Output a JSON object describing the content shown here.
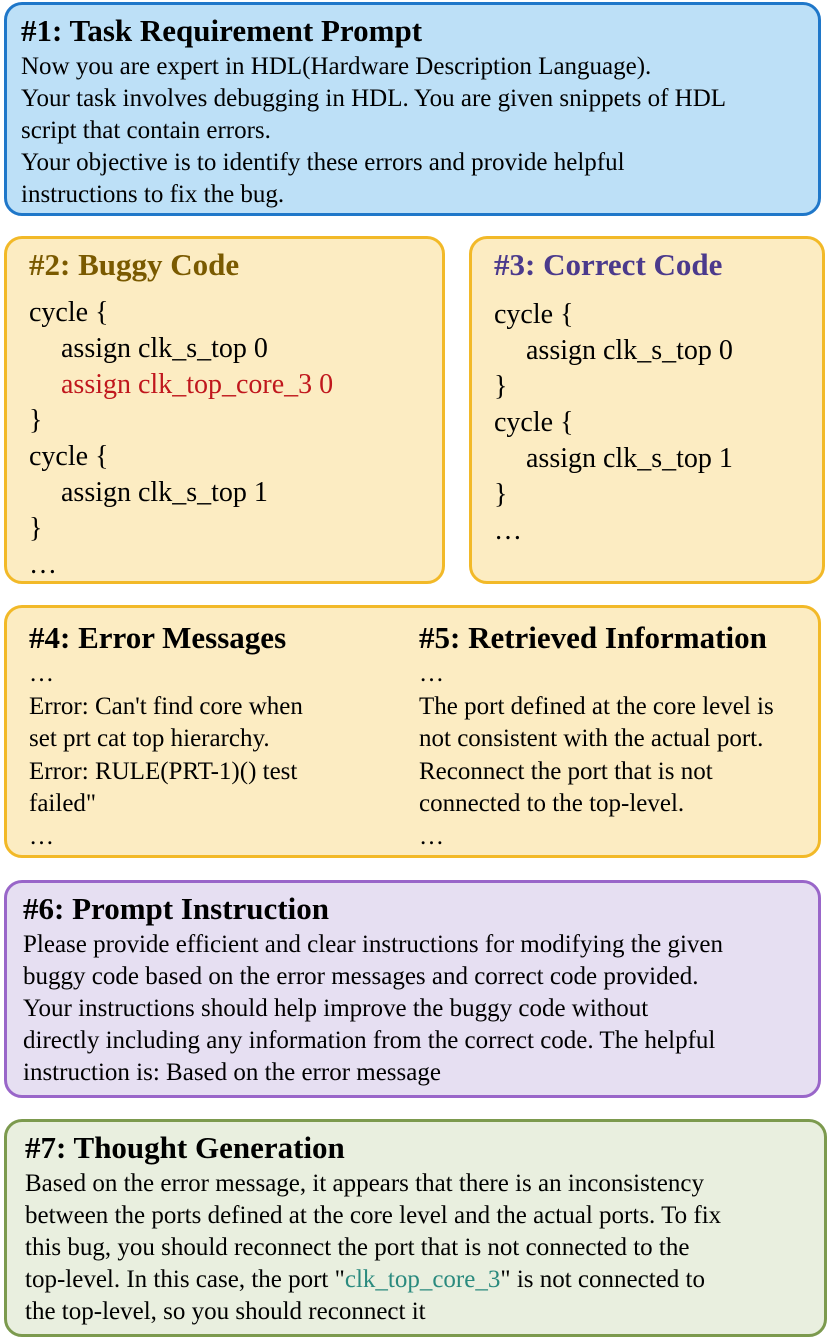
{
  "box1": {
    "title": "#1: Task Requirement Prompt",
    "lines": [
      "Now you are expert in HDL(Hardware Description Language).",
      "Your task involves debugging in HDL. You are given snippets of HDL",
      "script that contain errors.",
      "Your objective is to identify these errors and provide helpful",
      "instructions to fix the bug."
    ]
  },
  "box2": {
    "title": "#2: Buggy Code",
    "lines": [
      "cycle {",
      "assign clk_s_top 0",
      "assign clk_top_core_3 0",
      "}",
      "cycle {",
      "assign clk_s_top 1",
      "}",
      "…"
    ]
  },
  "box3": {
    "title": "#3: Correct Code",
    "lines": [
      "cycle {",
      "assign clk_s_top 0",
      "}",
      "cycle {",
      "assign clk_s_top 1",
      "}",
      "…"
    ]
  },
  "box4": {
    "title": "#4: Error Messages",
    "lines": [
      "…",
      "Error: Can't find core when",
      "set prt cat top hierarchy.",
      "Error: RULE(PRT-1)() test",
      "failed\"",
      "…"
    ]
  },
  "box5": {
    "title": "#5: Retrieved Information",
    "lines": [
      "…",
      "The port defined at the core level is",
      "not consistent with the actual port.",
      "Reconnect the port that is not",
      "connected to the top-level.",
      "…"
    ]
  },
  "box6": {
    "title": "#6: Prompt Instruction",
    "lines": [
      "Please provide efficient and clear instructions for modifying the given",
      "buggy code based on the error messages and correct code provided.",
      "Your instructions should help improve the buggy code without",
      "directly including any information from the correct code. The helpful",
      "instruction is: Based on the error message"
    ]
  },
  "box7": {
    "title": "#7: Thought Generation",
    "lines": [
      "Based on the error message, it appears that there is an inconsistency",
      "between the ports defined at the core level and the actual ports. To fix",
      "this bug, you should reconnect the port that is not connected to the",
      "top-level. In this case, the port \"",
      "clk_top_core_3",
      "\" is not connected to",
      "the top-level, so you should reconnect it"
    ]
  }
}
